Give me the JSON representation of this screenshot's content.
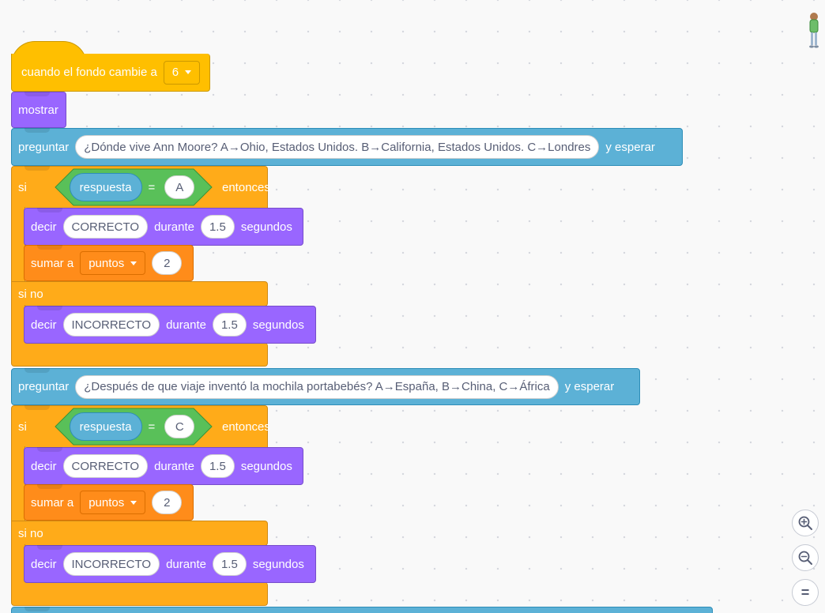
{
  "hat": {
    "label": "cuando el fondo cambie a",
    "value": "6"
  },
  "show": {
    "label": "mostrar"
  },
  "questions": [
    {
      "ask": {
        "label": "preguntar",
        "text": "¿Dónde vive Ann Moore? A→Ohio, Estados Unidos. B→California, Estados Unidos. C→Londres",
        "suffix": "y esperar"
      },
      "if": {
        "label": "si",
        "reporter": "respuesta",
        "operator": "=",
        "value": "A",
        "then": "entonces"
      },
      "say_correct": {
        "label": "decir",
        "text": "CORRECTO",
        "mid": "durante",
        "seconds": "1.5",
        "unit": "segundos"
      },
      "change": {
        "label": "sumar a",
        "variable": "puntos",
        "amount": "2"
      },
      "else": {
        "label": "si no"
      },
      "say_wrong": {
        "label": "decir",
        "text": "INCORRECTO",
        "mid": "durante",
        "seconds": "1.5",
        "unit": "segundos"
      }
    },
    {
      "ask": {
        "label": "preguntar",
        "text": "¿Después de que viaje inventó la mochila portabebés? A→España, B→China, C→África",
        "suffix": "y esperar"
      },
      "if": {
        "label": "si",
        "reporter": "respuesta",
        "operator": "=",
        "value": "C",
        "then": "entonces"
      },
      "say_correct": {
        "label": "decir",
        "text": "CORRECTO",
        "mid": "durante",
        "seconds": "1.5",
        "unit": "segundos"
      },
      "change": {
        "label": "sumar a",
        "variable": "puntos",
        "amount": "2"
      },
      "else": {
        "label": "si no"
      },
      "say_wrong": {
        "label": "decir",
        "text": "INCORRECTO",
        "mid": "durante",
        "seconds": "1.5",
        "unit": "segundos"
      }
    }
  ],
  "colors": {
    "events": "#ffbf00",
    "looks": "#9966ff",
    "sensing": "#5cb1d6",
    "control": "#ffab19",
    "operators": "#59c059",
    "variables": "#ff8c1a"
  },
  "zoom_controls": {
    "zoom_in_icon": "zoom-in-icon",
    "zoom_out_icon": "zoom-out-icon",
    "reset_label": "="
  },
  "sprite_icon": "sprite-character-icon"
}
